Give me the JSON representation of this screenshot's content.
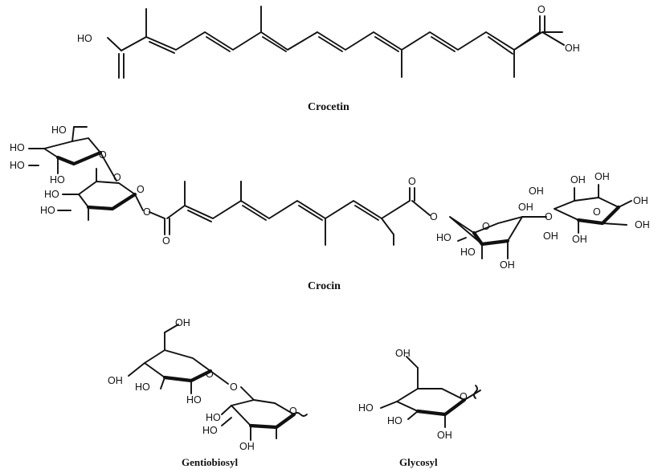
{
  "figure": {
    "crocetin": {
      "caption": "Crocetin",
      "labels": {
        "ho_left": "HO",
        "o_top": "O",
        "oh_right": "OH"
      }
    },
    "crocin": {
      "caption": "Crocin",
      "labels": {
        "ho_1": "HO",
        "ho_2": "HO",
        "ho_3": "HO",
        "ho_4": "HO",
        "ho_5": "HO",
        "ho_6": "HO",
        "o_ring1": "O",
        "o_link1": "O",
        "o_ring2": "O",
        "o_ester_left": "O",
        "o_carbonyl_left": "O",
        "o_carbonyl_right": "O",
        "o_ester_right": "O",
        "o_ring3": "O",
        "o_link2": "O",
        "o_ring4": "O",
        "ho_7": "HO",
        "ho_8": "HO",
        "oh_1": "OH",
        "oh_2": "OH",
        "oh_3": "OH",
        "oh_4": "OH",
        "oh_5": "OH",
        "oh_6": "OH",
        "oh_7": "OH",
        "oh_8": "OH",
        "oh_9": "OH"
      }
    },
    "gentiobiosyl": {
      "caption": "Gentiobiosyl",
      "labels": {
        "oh_1": "OH",
        "oh_2": "OH",
        "ho_1": "HO",
        "ho_2": "HO",
        "o_ring1": "O",
        "o_link": "O",
        "o_ring2": "O",
        "ho_3": "HO",
        "ho_4": "HO",
        "oh_3": "OH"
      }
    },
    "glycosyl": {
      "caption": "Glycosyl",
      "labels": {
        "oh_1": "OH",
        "ho_1": "HO",
        "ho_2": "HO",
        "o_ring": "O",
        "oh_2": "OH"
      }
    }
  }
}
